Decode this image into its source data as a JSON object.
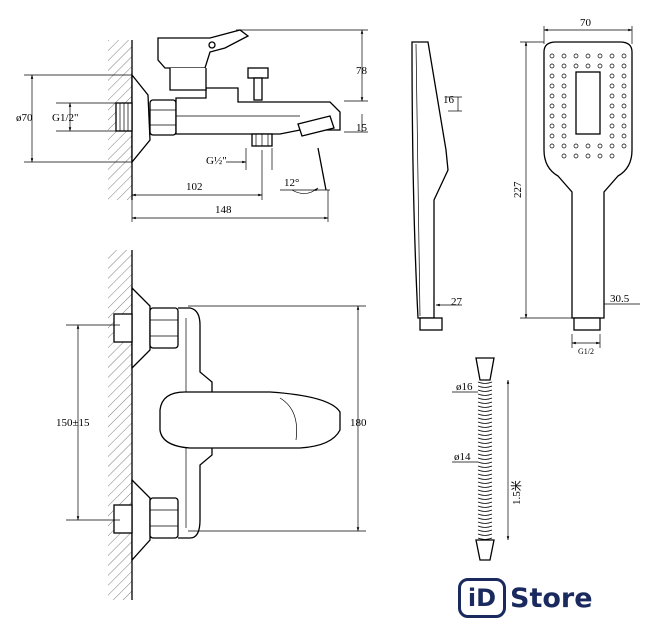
{
  "labels": {
    "dia70": "ø70",
    "thread_top": "G1/2\"",
    "height78": "78",
    "height15": "15",
    "thread_bottom": "G½\"",
    "dist102": "102",
    "angle12": "12°",
    "dist148": "148",
    "spacing150": "150±15",
    "height180": "180",
    "shower_16": "16",
    "shower_27": "27",
    "shower_70": "70",
    "shower_227": "227",
    "shower_305": "30.5",
    "shower_g12": "G1/2",
    "hose_d16": "ø16",
    "hose_d14": "ø14",
    "hose_len": "1.5米"
  },
  "logo": {
    "badge": "iD",
    "name": "Store",
    "color": "#1a2a5e"
  }
}
